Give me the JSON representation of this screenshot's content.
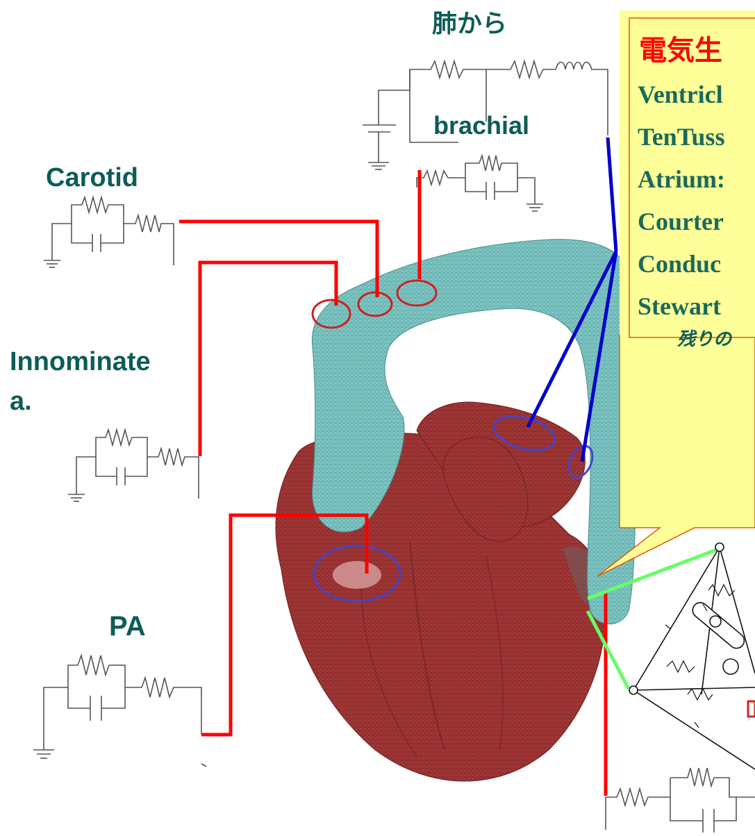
{
  "labels": {
    "from_lung": "肺から",
    "brachial": "brachial",
    "carotid": "Carotid",
    "innominate_1": "Innominate",
    "innominate_2": "a.",
    "pa": "PA"
  },
  "callout": {
    "title": "電気生",
    "lines": [
      "Ventricl",
      "TenTuss",
      "Atrium:",
      "Courter",
      "Conduc",
      "Stewart"
    ],
    "footnote": "残りの"
  },
  "colors": {
    "label": "#0d5c57",
    "callout_bg": "#ffff99",
    "callout_title": "#ff0000",
    "callout_text": "#1a6a5a",
    "red_wire": "#ff0000",
    "blue_wire": "#0000cc",
    "green_wire": "#66ff66",
    "heart": "#a33535",
    "aorta": "#7cc8c8"
  }
}
